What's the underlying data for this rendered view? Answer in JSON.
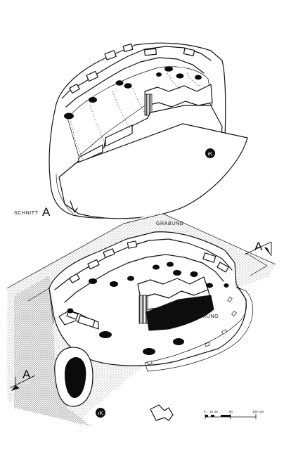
{
  "labels": {
    "schnitt": "SCHNITT",
    "section_letter": "A",
    "grabung": "GRABUNG",
    "stoerung": "STÖRUNG",
    "arrow_right_letter": "A",
    "arrow_left_letter": "A",
    "scale_unit": "CM",
    "scale_ticks": [
      "0",
      "10",
      "20",
      "50",
      "100"
    ]
  },
  "icons": {
    "logo": "circled-ik-monogram-icon",
    "north": "north-arrow-icon"
  }
}
